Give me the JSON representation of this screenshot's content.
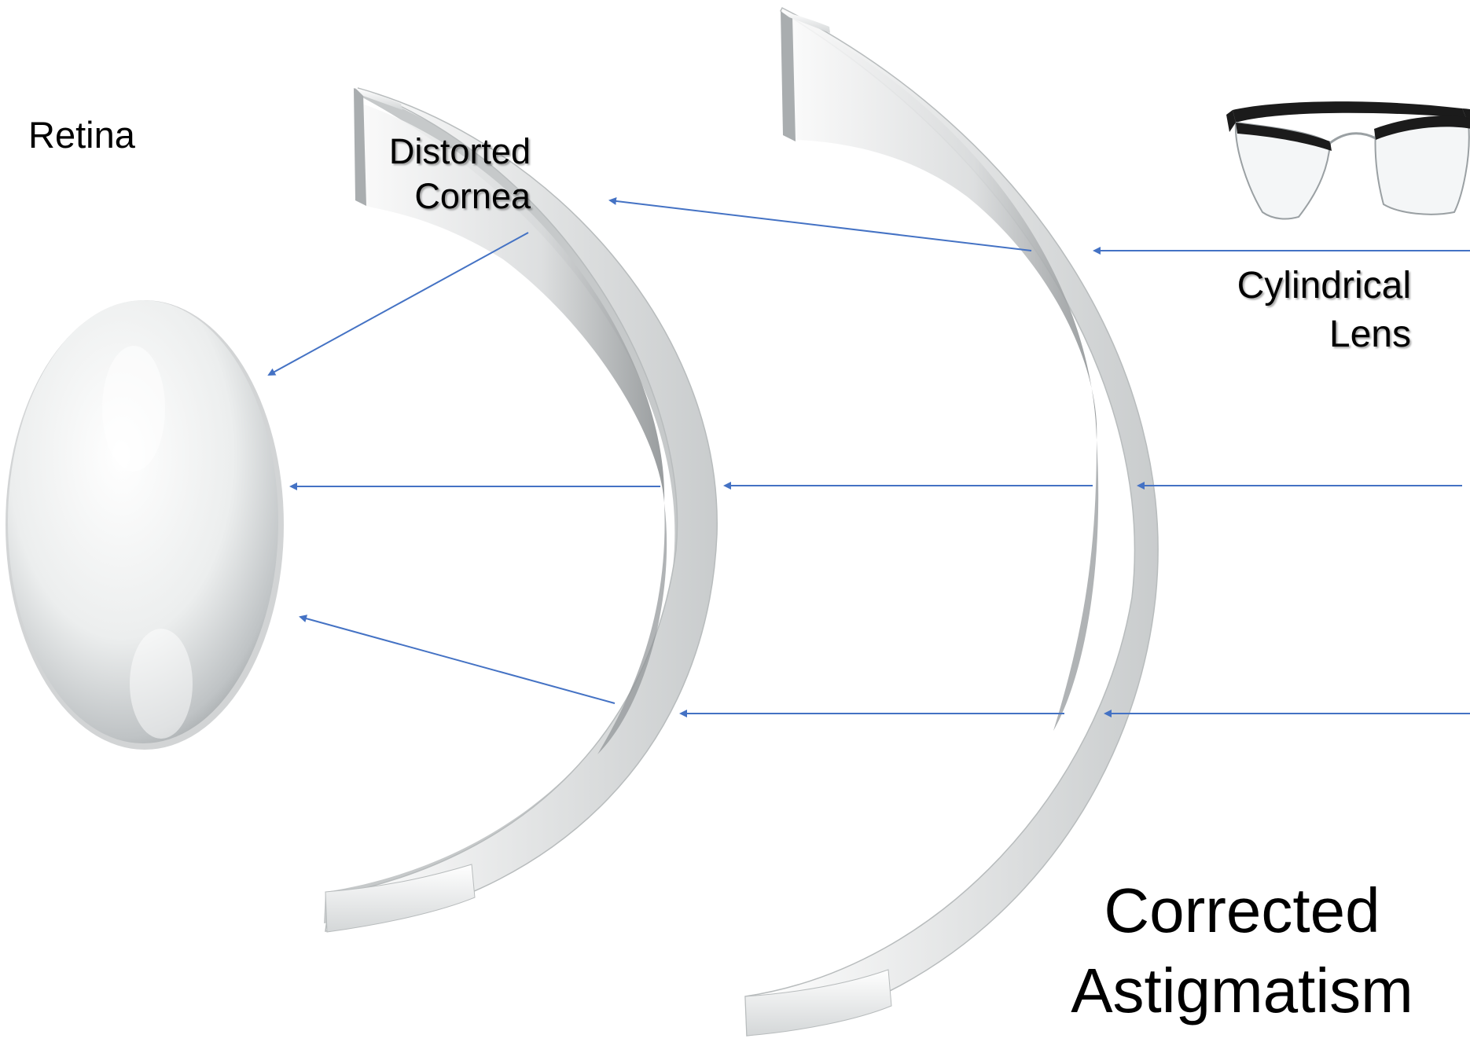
{
  "labels": {
    "retina": "Retina",
    "cornea": [
      "Distorted",
      "Cornea"
    ],
    "cylindrical_lens": [
      "Cylindrical",
      "Lens"
    ],
    "title": [
      "Corrected",
      "Astigmatism"
    ]
  },
  "icons": {
    "eyeglasses": "eyeglasses-icon"
  },
  "colors": {
    "ray": "#4472C4",
    "lens_light": "#f6f7f7",
    "lens_shadow": "#9fa3a6",
    "frame": "#1b1b1b"
  }
}
